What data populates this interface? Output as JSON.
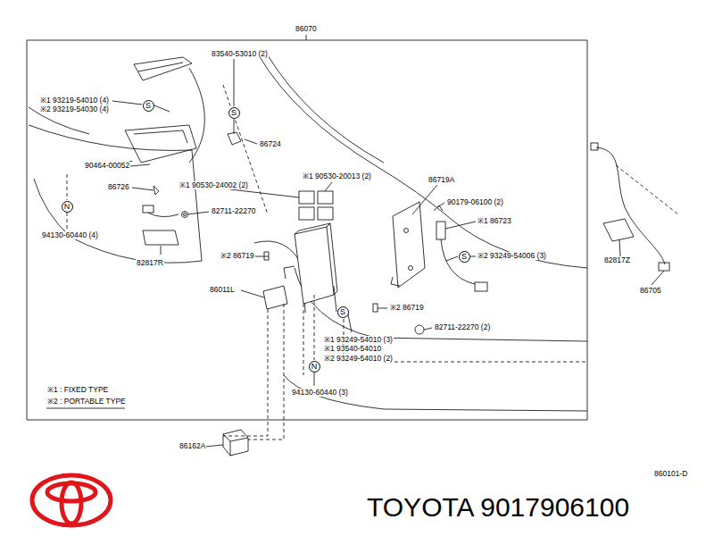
{
  "diagram": {
    "nodes": [
      {
        "text": [
          "S"
        ]
      },
      {
        "text": [
          "S"
        ]
      },
      {
        "text": [
          "N"
        ]
      },
      {
        "text": [
          "S"
        ]
      },
      {
        "text": [
          "S"
        ]
      },
      {
        "text": [
          "N"
        ]
      }
    ],
    "labels": [
      "86070",
      "※1 93219-54010 (4)",
      "※2 93219-54030 (4)",
      "83540-53010 (2)",
      "86724",
      "90464-00052",
      "86726",
      "※1 90530-24002 (2)",
      "※1 90530-20013 (2)",
      "86719A",
      "90179-06100 (2)",
      "※1 86723",
      "82711-22270",
      "94130-60440 (4)",
      "82817R",
      "※2 86719",
      "※2 93249-54006 (3)",
      "82817Z",
      "86705",
      "86011L",
      "※2 86719",
      "82711-22270 (2)",
      "※1 93249-54010 (3)",
      "※1 93540-54010",
      "※2 93249-54010 (2)",
      "94130-60440 (3)",
      "※1 : FIXED TYPE",
      "※2 : PORTABLE TYPE",
      "86162A",
      "860101-D",
      "TOYOTA 9017906100"
    ]
  }
}
